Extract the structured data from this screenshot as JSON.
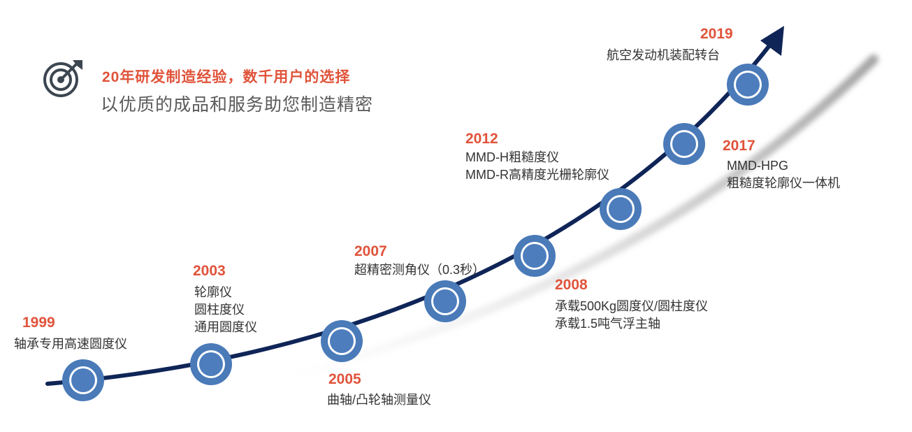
{
  "header": {
    "tagline": "20年研发制造经验，数千用户的选择",
    "subline": "以优质的成品和服务助您制造精密"
  },
  "colors": {
    "accent": "#e0533a",
    "curve": "#0f2557",
    "node_ring": "#4a7ab8",
    "node_fill": "#4d7dbd",
    "text": "#333333"
  },
  "milestones": [
    {
      "year": "1999",
      "lines": [
        "轴承专用高速圆度仪"
      ]
    },
    {
      "year": "2003",
      "lines": [
        "轮廓仪",
        "圆柱度仪",
        "通用圆度仪"
      ]
    },
    {
      "year": "2005",
      "lines": [
        "曲轴/凸轮轴测量仪"
      ]
    },
    {
      "year": "2007",
      "lines": [
        "超精密测角仪（0.3秒）"
      ]
    },
    {
      "year": "2008",
      "lines": [
        "承载500Kg圆度仪/圆柱度仪",
        "承载1.5吨气浮主轴"
      ]
    },
    {
      "year": "2012",
      "lines": [
        "MMD-H粗糙度仪",
        "MMD-R高精度光栅轮廓仪"
      ]
    },
    {
      "year": "2017",
      "lines": [
        "MMD-HPG",
        "粗糙度轮廓仪一体机"
      ]
    },
    {
      "year": "2019",
      "lines": [
        "航空发动机装配转台"
      ]
    }
  ]
}
